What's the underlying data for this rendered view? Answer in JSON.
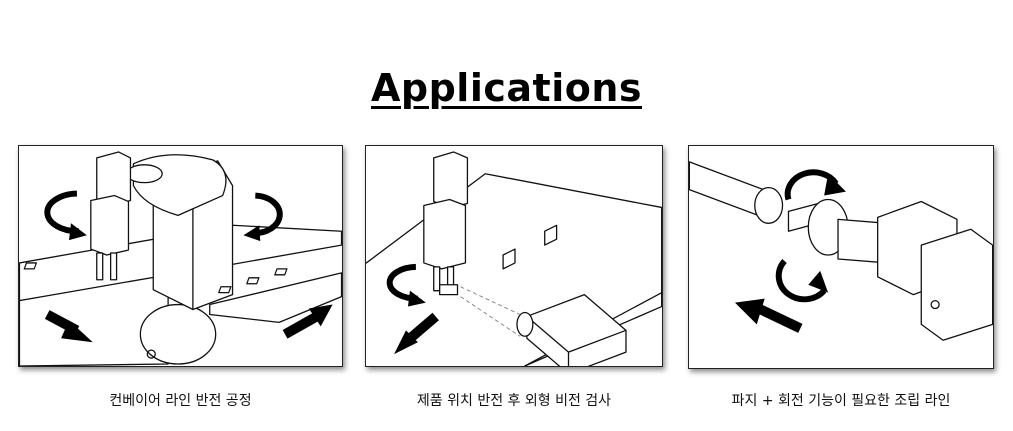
{
  "title": "Applications",
  "panels": [
    {
      "caption": "컨베이어 라인 반전 공정"
    },
    {
      "caption": "제품 위치 반전 후 외형 비전 검사"
    },
    {
      "caption": "파지 + 회전 기능이 필요한 조립 라인"
    }
  ],
  "icons": [
    "rotate-arrow-icon",
    "direction-arrow-icon"
  ]
}
